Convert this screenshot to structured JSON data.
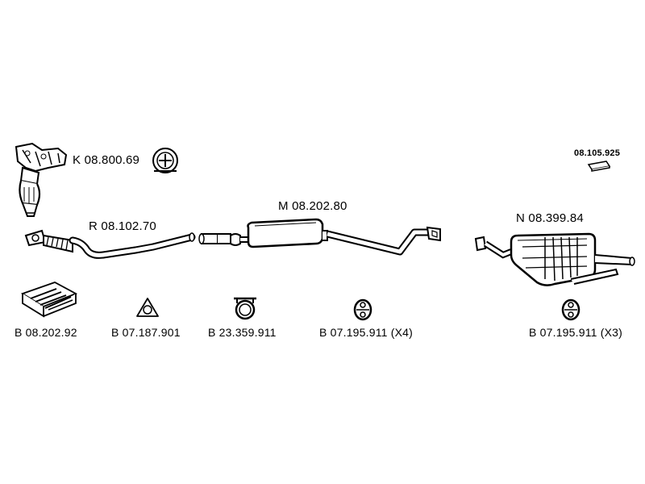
{
  "parts": {
    "manifold_cat": {
      "code": "K 08.800.69"
    },
    "front_pipe": {
      "code": "R 08.102.70"
    },
    "middle_silencer": {
      "code": "M 08.202.80"
    },
    "rear_silencer": {
      "code": "N 08.399.84"
    },
    "accessory": {
      "code": "08.105.925"
    },
    "mount_kit": {
      "code": "B 08.202.92"
    },
    "gasket": {
      "code": "B 07.187.901"
    },
    "clamp": {
      "code": "B 23.359.911"
    },
    "rubber_mount_mid": {
      "code": "B 07.195.911 (X4)"
    },
    "rubber_mount_rear": {
      "code": "B 07.195.911 (X3)"
    }
  },
  "icons": {
    "approval_seal": "seal-icon"
  }
}
